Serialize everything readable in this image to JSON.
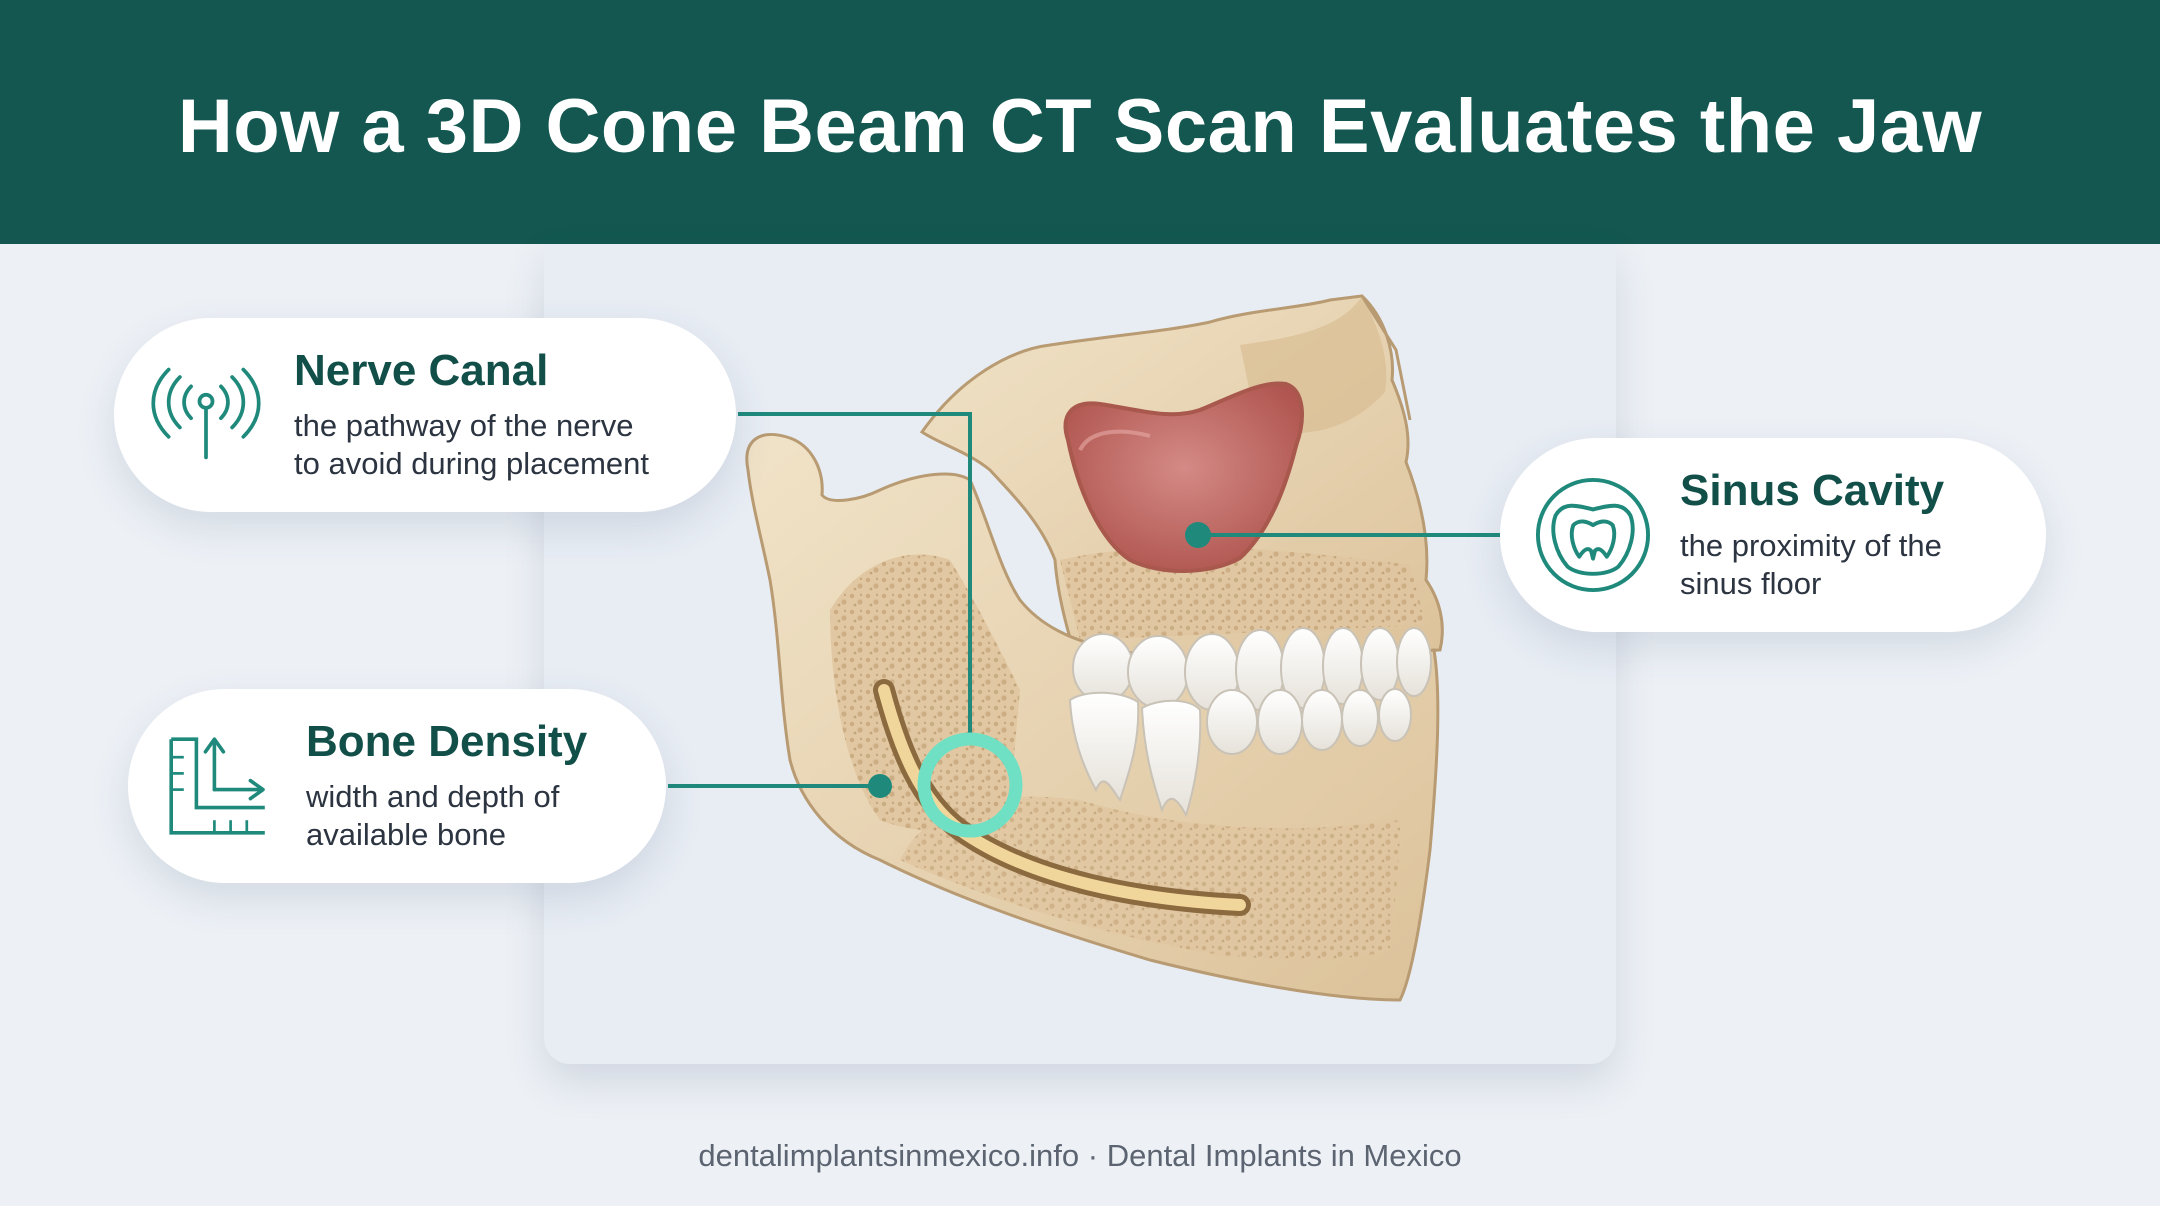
{
  "header": {
    "title": "How a 3D Cone Beam CT Scan Evaluates the Jaw"
  },
  "callouts": {
    "nerve": {
      "title": "Nerve Canal",
      "line1": "the pathway of the nerve",
      "line2": "to avoid during placement",
      "icon": "signal-antenna-icon"
    },
    "bone": {
      "title": "Bone Density",
      "line1": "width and depth of",
      "line2": "available bone",
      "icon": "ruler-measure-icon"
    },
    "sinus": {
      "title": "Sinus Cavity",
      "line1": "the proximity of the",
      "line2": "sinus floor",
      "icon": "tooth-in-sinus-icon"
    }
  },
  "footer": {
    "text": "dentalimplantsinmexico.info · Dental Implants in Mexico"
  },
  "colors": {
    "header_bg": "#135750",
    "accent_teal": "#1f8a7c",
    "highlight_mint": "#6fe0c4",
    "page_bg": "#edf1f6",
    "bone": "#e6d2b0",
    "sinus": "#c96b6b"
  }
}
